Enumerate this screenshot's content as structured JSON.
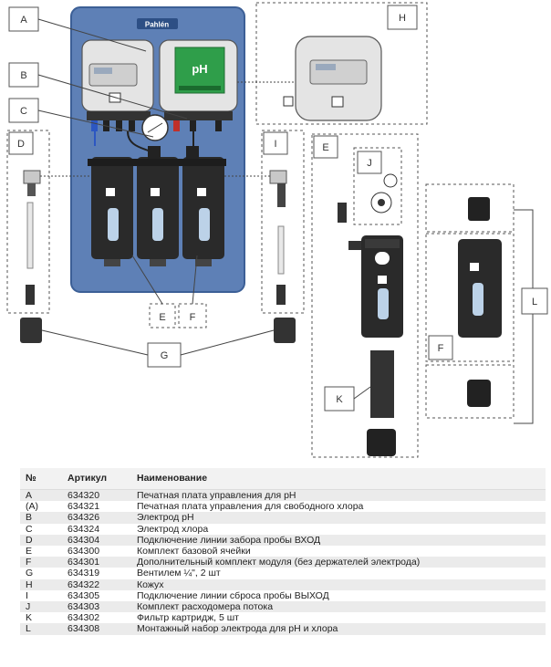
{
  "callouts": {
    "A": "A",
    "B": "B",
    "C": "C",
    "D": "D",
    "E1": "E",
    "E2": "E",
    "F1": "F",
    "F2": "F",
    "G": "G",
    "H": "H",
    "I": "I",
    "J": "J",
    "K": "K",
    "L": "L"
  },
  "panel": {
    "brand": "Pahlén",
    "module_label": "pH"
  },
  "table": {
    "headers": {
      "no": "№",
      "article": "Артикул",
      "name": "Наименование"
    },
    "rows": [
      {
        "no": "A",
        "article": "634320",
        "name": "Печатная плата управления для pH"
      },
      {
        "no": "(A)",
        "article": "634321",
        "name": "Печатная плата управления для свободного хлора"
      },
      {
        "no": "B",
        "article": "634326",
        "name": "Электрод pH"
      },
      {
        "no": "C",
        "article": "634324",
        "name": "Электрод хлора"
      },
      {
        "no": "D",
        "article": "634304",
        "name": "Подключение линии забора пробы ВХОД"
      },
      {
        "no": "E",
        "article": "634300",
        "name": "Комплект базовой ячейки"
      },
      {
        "no": "F",
        "article": "634301",
        "name": "Дополнительный комплект модуля (без держателей электрода)"
      },
      {
        "no": "G",
        "article": "634319",
        "name": "Вентилем ¼\", 2 шт"
      },
      {
        "no": "H",
        "article": "634322",
        "name": "Кожух"
      },
      {
        "no": "I",
        "article": "634305",
        "name": "Подключение линии сброса пробы ВЫХОД"
      },
      {
        "no": "J",
        "article": "634303",
        "name": "Комплект расходомера потока"
      },
      {
        "no": "K",
        "article": "634302",
        "name": "Фильтр картридж, 5 шт"
      },
      {
        "no": "L",
        "article": "634308",
        "name": "Монтажный набор электрода для pH и хлора"
      }
    ]
  },
  "colors": {
    "board": "#5e80b6",
    "board_dark": "#3c5f96",
    "cell": "#2a2a2a",
    "pcb": "#2f9e4a",
    "housing": "#e4e4e4"
  }
}
